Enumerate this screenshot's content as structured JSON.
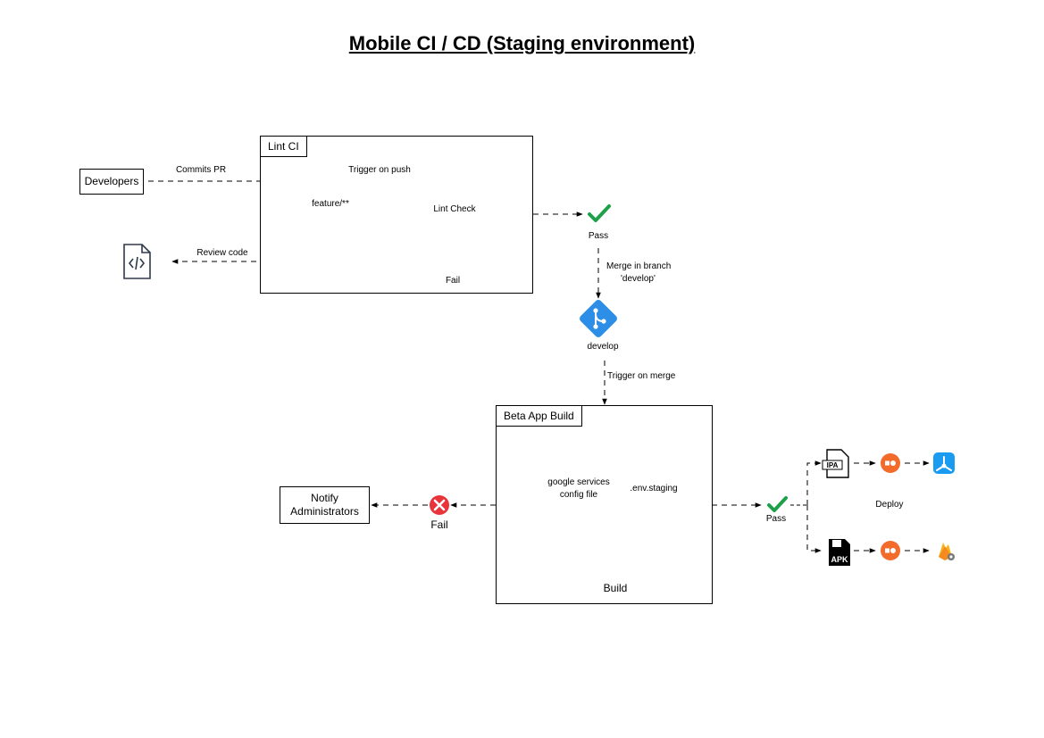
{
  "title": "Mobile CI / CD (Staging environment) ",
  "lint_ci": {
    "label": "Lint CI",
    "developers": "Developers",
    "commits_pr": "Commits PR",
    "feature_branch": "feature/**",
    "trigger_push": "Trigger on push",
    "lint_check": "Lint Check",
    "fail": "Fail",
    "review_code": "Review code"
  },
  "pass_top": "Pass",
  "merge_label_1": "Merge in branch",
  "merge_label_2": "'develop'",
  "develop_branch": "develop",
  "trigger_merge": "Trigger on merge",
  "beta_build": {
    "label": "Beta App Build",
    "google_services_1": "google services",
    "google_services_2": "config file",
    "env_staging": ".env.staging",
    "plus": "+",
    "build": "Build"
  },
  "fail_bottom": "Fail",
  "notify_1": "Notify",
  "notify_2": "Administrators",
  "pass_bottom": "Pass",
  "deploy": "Deploy",
  "ipa_text": "IPA",
  "apk_text": "APK",
  "colors": {
    "git_blue": "#2d8ee8",
    "pipeline_blue": "#1a78d2",
    "pass_green": "#1ea04a",
    "fail_red": "#e8343a",
    "doc_blue": "#2b7de0",
    "fastlane_orange": "#f26b2b",
    "testflight_blue": "#1a9bf2",
    "firebase_yellow": "#f7b21a"
  },
  "icons": [
    "git-merge-icon",
    "pipeline-icon",
    "check-icon",
    "error-icon",
    "code-file-icon",
    "document-icon",
    "plus-icon",
    "ipa-file-icon",
    "apk-file-icon",
    "fastlane-icon",
    "testflight-icon",
    "firebase-icon"
  ]
}
